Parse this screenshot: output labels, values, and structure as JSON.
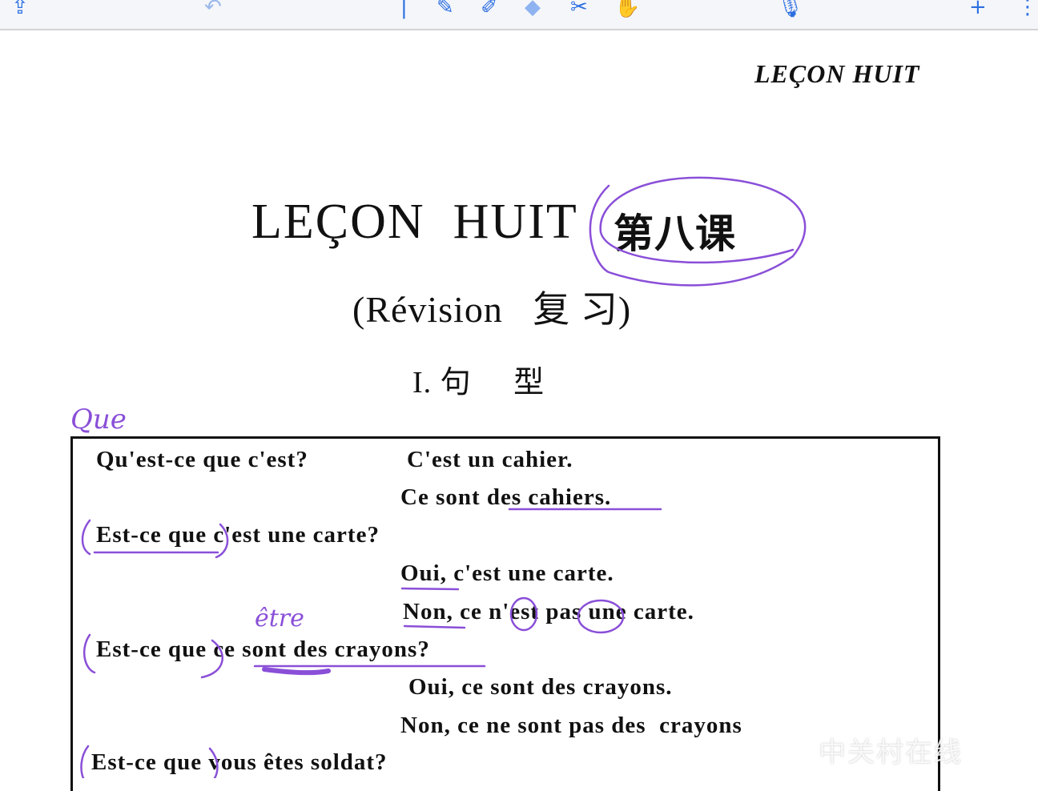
{
  "toolbar": {
    "icons": [
      "share-icon",
      "undo-icon",
      "ruler-icon",
      "pen-icon",
      "highlighter-icon",
      "eraser-icon",
      "lasso-icon",
      "hand-icon",
      "microphone-icon",
      "add-icon",
      "more-icon"
    ],
    "accent": "#2d6fe0"
  },
  "page": {
    "running_header": "LEÇON HUIT",
    "title": "LEÇON  HUIT",
    "title_cn": "第八课",
    "subtitle": "(Révision   复 习)",
    "section": "I. 句     型",
    "rows": [
      {
        "left": "Qu'est-ce que c'est?",
        "right": "C'est un cahier."
      },
      {
        "left": "",
        "right": "Ce sont des cahiers."
      },
      {
        "left": "Est-ce que c'est une carte?",
        "right": ""
      },
      {
        "left": "",
        "right": "Oui, c'est une carte."
      },
      {
        "left": "",
        "right": "Non, ce n'est pas une carte."
      },
      {
        "left": "Est-ce que ce sont des crayons?",
        "right": ""
      },
      {
        "left": "",
        "right": "Oui, ce sont des crayons."
      },
      {
        "left": "",
        "right": "Non, ce ne sont pas des  crayons"
      },
      {
        "left": "Est-ce que vous êtes soldat?",
        "right": ""
      }
    ]
  },
  "annotations": {
    "color": "#8a4fd8",
    "notes": [
      "Que",
      "être"
    ]
  },
  "watermark": "中关村在线"
}
